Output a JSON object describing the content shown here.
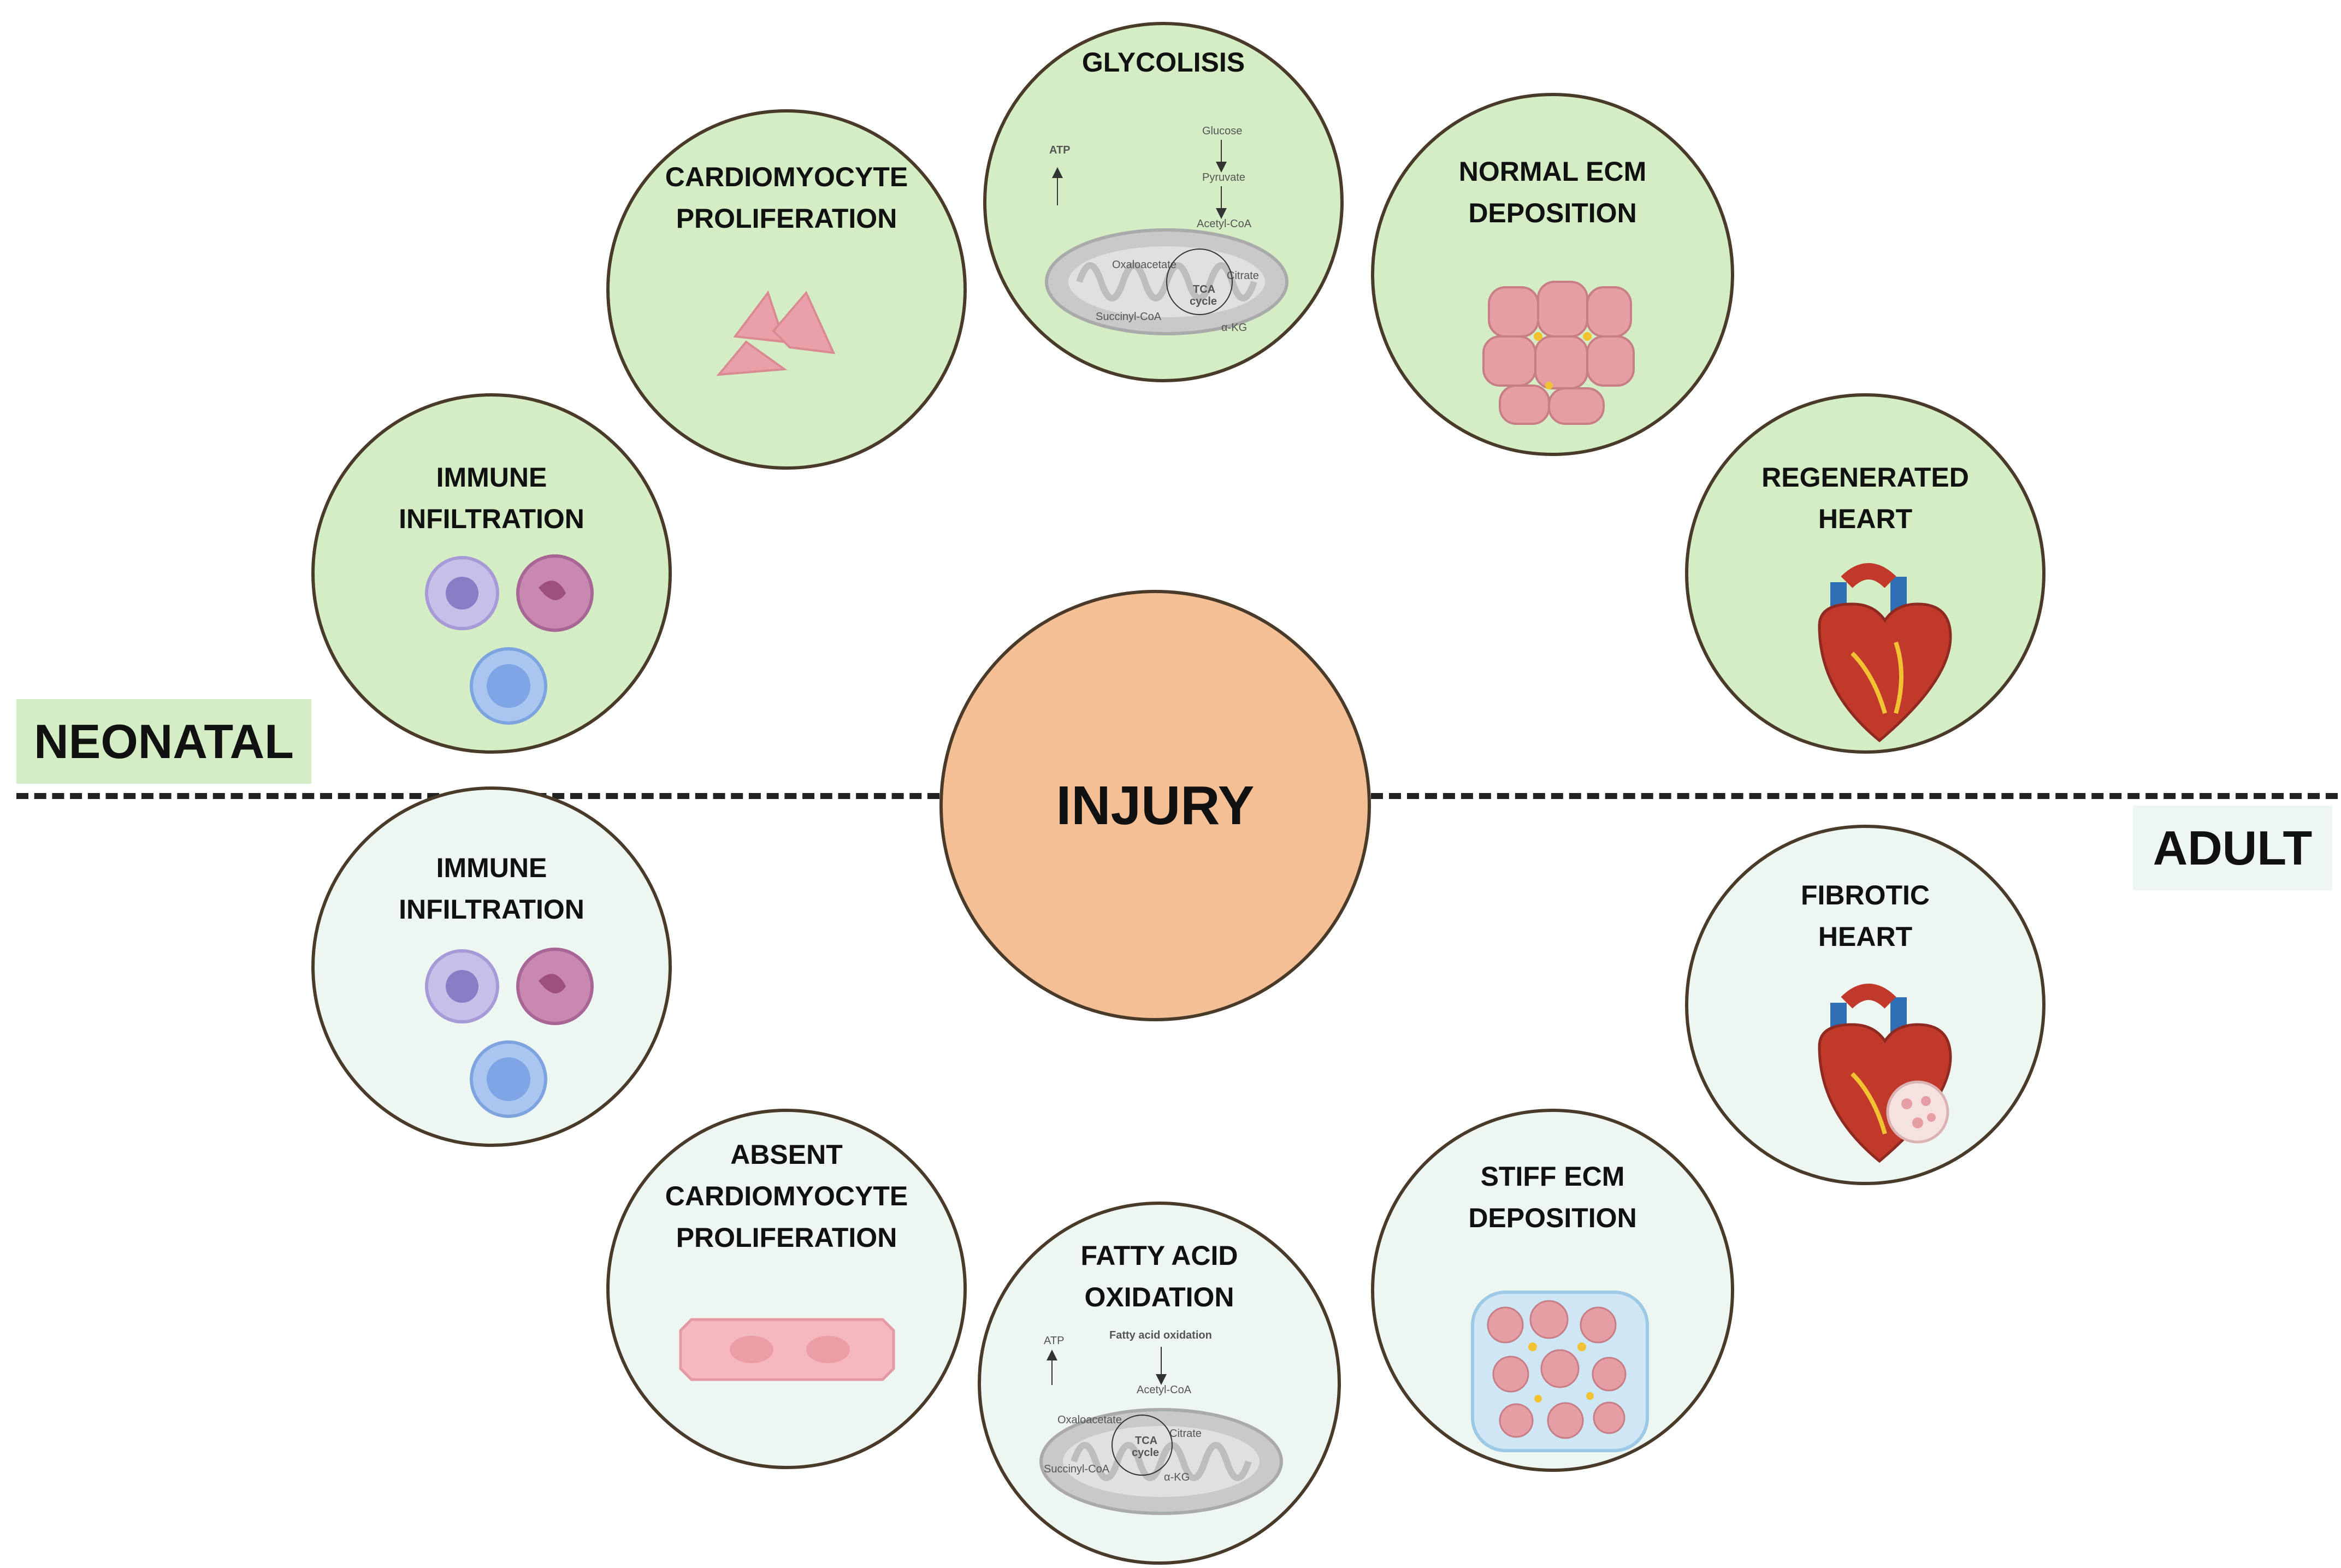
{
  "center": {
    "label": "INJURY"
  },
  "tags": {
    "neonatal": "NEONATAL",
    "adult": "ADULT"
  },
  "neonatal": {
    "glycolysis": {
      "title": "GLYCOLISIS"
    },
    "cardiomyocyte": {
      "title_line1": "CARDIOMYOCYTE",
      "title_line2": "PROLIFERATION"
    },
    "ecm": {
      "title_line1": "NORMAL ECM",
      "title_line2": "DEPOSITION"
    },
    "immune": {
      "title_line1": "IMMUNE",
      "title_line2": "INFILTRATION"
    },
    "heart": {
      "title_line1": "REGENERATED",
      "title_line2": "HEART"
    }
  },
  "adult": {
    "immune": {
      "title_line1": "IMMUNE",
      "title_line2": "INFILTRATION"
    },
    "cardiomyocyte": {
      "title_line1": "ABSENT",
      "title_line2": "CARDIOMYOCYTE",
      "title_line3": "PROLIFERATION"
    },
    "fatty": {
      "title_line1": "FATTY ACID",
      "title_line2": "OXIDATION"
    },
    "ecm": {
      "title_line1": "STIFF ECM",
      "title_line2": "DEPOSITION"
    },
    "heart": {
      "title_line1": "FIBROTIC",
      "title_line2": "HEART"
    }
  },
  "pathway_glycolysis": {
    "atp": "ATP",
    "glucose": "Glucose",
    "pyruvate": "Pyruvate",
    "acetyl": "Acetyl-CoA",
    "oxaloacetate": "Oxaloacetate",
    "citrate": "Citrate",
    "tca1": "TCA",
    "tca2": "cycle",
    "succinyl": "Succinyl-CoA",
    "akg": "α-KG"
  },
  "pathway_fatty": {
    "atp": "ATP",
    "fao": "Fatty acid oxidation",
    "acetyl": "Acetyl-CoA",
    "oxaloacetate": "Oxaloacetate",
    "citrate": "Citrate",
    "tca1": "TCA",
    "tca2": "cycle",
    "succinyl": "Succinyl-CoA",
    "akg": "α-KG"
  },
  "colors": {
    "neonatal_bg": "#d4edc4",
    "adult_bg": "#eef6f2",
    "injury": "#f5bf95",
    "border": "#4a3a2a"
  }
}
